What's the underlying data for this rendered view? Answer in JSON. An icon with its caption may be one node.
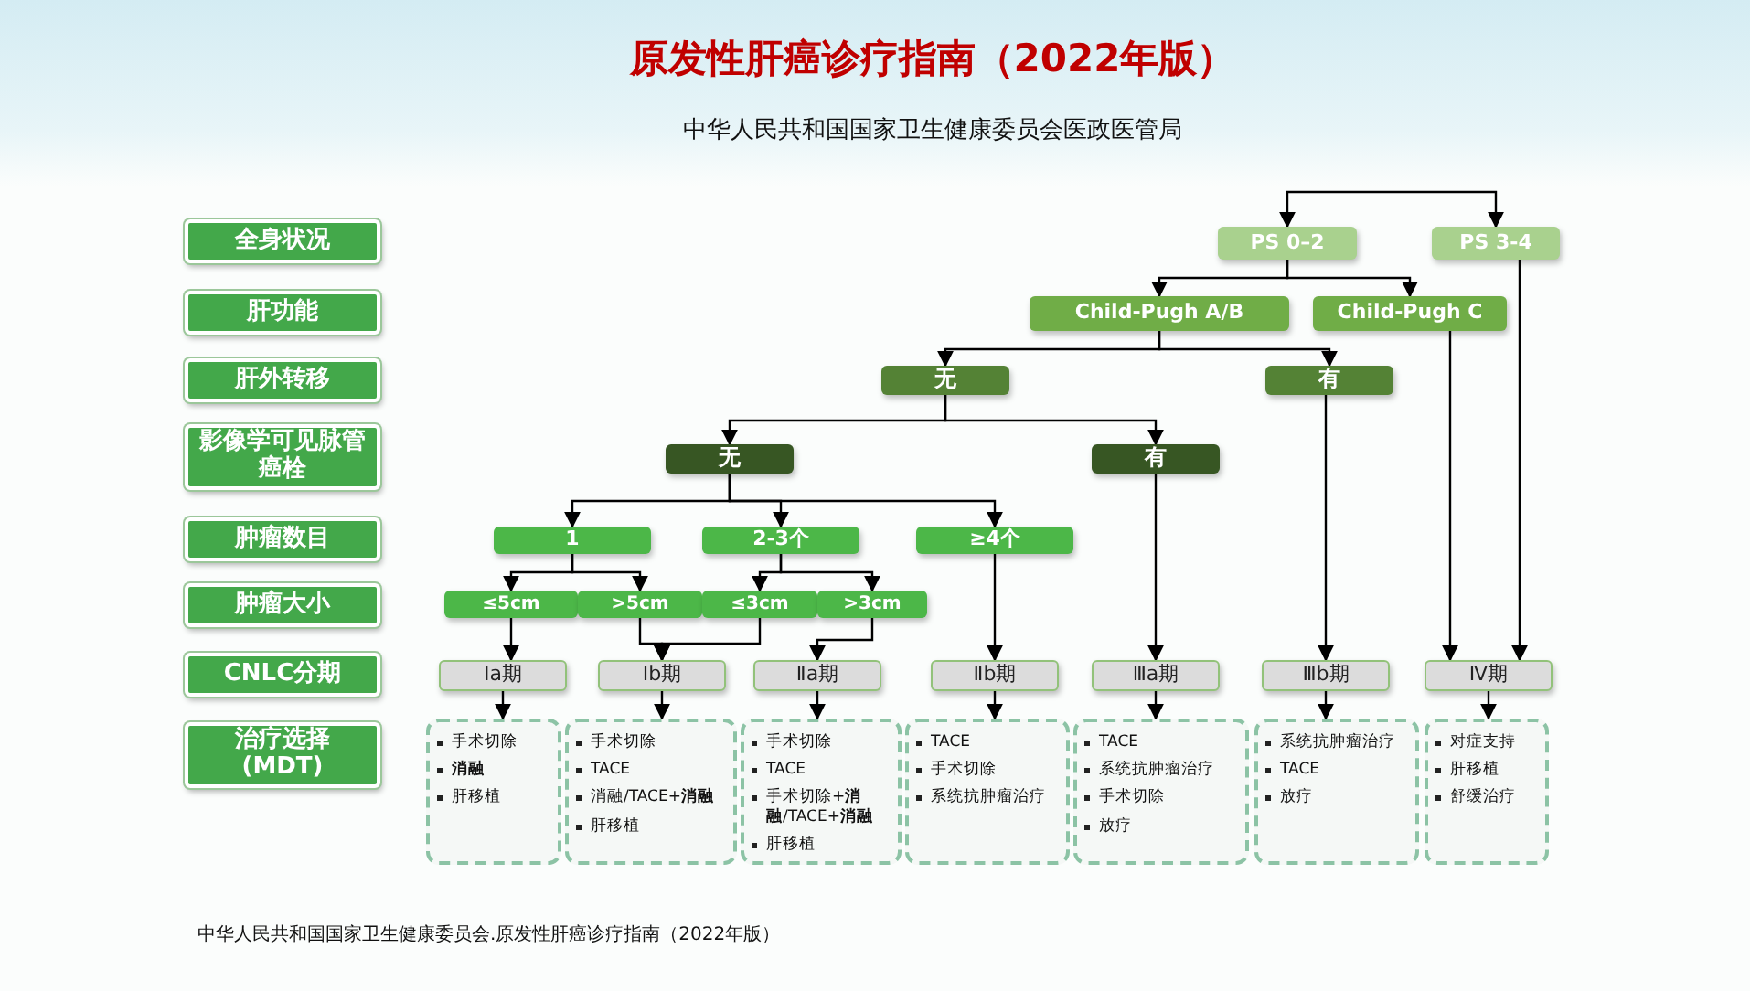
{
  "diagram": {
    "title": "原发性肝癌诊疗指南（2022年版）",
    "caption": "中华人民共和国国家卫生健康委员会.原发性肝癌诊疗指南（2022年版）",
    "nodes": [
      {
        "text": [
          "全身状况"
        ]
      },
      {
        "text": [
          "肝功能"
        ]
      },
      {
        "text": [
          "肝外转移"
        ]
      },
      {
        "text": [
          "影像学可见脉管癌栓"
        ]
      },
      {
        "text": [
          "肿瘤数目"
        ]
      },
      {
        "text": [
          "肿瘤大小"
        ]
      },
      {
        "text": [
          "CNLC分期"
        ]
      },
      {
        "text": [
          "治疗选择(MDT)"
        ]
      },
      {
        "text": [
          "PS 0–2"
        ]
      },
      {
        "text": [
          "PS 3-4"
        ]
      },
      {
        "text": [
          "Child-Pugh A/B"
        ]
      },
      {
        "text": [
          "Child-Pugh C"
        ]
      },
      {
        "text": [
          "无"
        ]
      },
      {
        "text": [
          "有"
        ]
      },
      {
        "text": [
          "无"
        ]
      },
      {
        "text": [
          "有"
        ]
      },
      {
        "text": [
          "1"
        ]
      },
      {
        "text": [
          "2-3个"
        ]
      },
      {
        "text": [
          "≥4个"
        ]
      },
      {
        "text": [
          "≤5cm"
        ]
      },
      {
        "text": [
          ">5cm"
        ]
      },
      {
        "text": [
          "≤3cm"
        ]
      },
      {
        "text": [
          ">3cm"
        ]
      },
      {
        "text": [
          "Ⅰa期"
        ]
      },
      {
        "text": [
          "Ⅰb期"
        ]
      },
      {
        "text": [
          "Ⅱa期"
        ]
      },
      {
        "text": [
          "Ⅱb期"
        ]
      },
      {
        "text": [
          "Ⅲa期"
        ]
      },
      {
        "text": [
          "Ⅲb期"
        ]
      },
      {
        "text": [
          "Ⅳ期"
        ]
      },
      {
        "text": [
          "手术切除",
          "**消融**",
          "肝移植"
        ]
      },
      {
        "text": [
          "手术切除",
          "TACE",
          "消融/TACE+**消融**",
          "肝移植"
        ]
      },
      {
        "text": [
          "手术切除",
          "TACE",
          "手术切除+**消融**/TACE+**消融**",
          "肝移植"
        ]
      },
      {
        "text": [
          "TACE",
          "手术切除",
          "系统抗肿瘤治疗"
        ]
      },
      {
        "text": [
          "TACE",
          "系统抗肿瘤治疗",
          "手术切除",
          "放疗"
        ]
      },
      {
        "text": [
          "系统抗肿瘤治疗",
          "TACE",
          "放疗"
        ]
      },
      {
        "text": [
          "对症支持",
          "肝移植",
          "舒缓治疗"
        ]
      }
    ],
    "edges": [
      {
        "from": null,
        "to": 8,
        "arrow": "to"
      },
      {
        "from": null,
        "to": 9,
        "arrow": "to"
      },
      {
        "from": 8,
        "to": 10,
        "arrow": "to"
      },
      {
        "from": 8,
        "to": 11,
        "arrow": "to"
      },
      {
        "from": 10,
        "to": 12,
        "arrow": "to"
      },
      {
        "from": 10,
        "to": 13,
        "arrow": "to"
      },
      {
        "from": 12,
        "to": 14,
        "arrow": "to"
      },
      {
        "from": 12,
        "to": 15,
        "arrow": "to"
      },
      {
        "from": 14,
        "to": 16,
        "arrow": "to"
      },
      {
        "from": 14,
        "to": 17,
        "arrow": "to"
      },
      {
        "from": 14,
        "to": 18,
        "arrow": "to"
      },
      {
        "from": 16,
        "to": 19,
        "arrow": "to"
      },
      {
        "from": 16,
        "to": 20,
        "arrow": "to"
      },
      {
        "from": 17,
        "to": 21,
        "arrow": "to"
      },
      {
        "from": 17,
        "to": 22,
        "arrow": "to"
      },
      {
        "from": 19,
        "to": 23,
        "arrow": "to"
      },
      {
        "from": 20,
        "to": 24,
        "arrow": "to"
      },
      {
        "from": 21,
        "to": 24,
        "arrow": "to"
      },
      {
        "from": 22,
        "to": 25,
        "arrow": "to"
      },
      {
        "from": 18,
        "to": 26,
        "arrow": "to"
      },
      {
        "from": 15,
        "to": 27,
        "arrow": "to"
      },
      {
        "from": 13,
        "to": 28,
        "arrow": "to"
      },
      {
        "from": 11,
        "to": 29,
        "arrow": "to"
      },
      {
        "from": 9,
        "to": 29,
        "arrow": "to"
      },
      {
        "from": 23,
        "to": 30,
        "arrow": "to"
      },
      {
        "from": 24,
        "to": 31,
        "arrow": "to"
      },
      {
        "from": 25,
        "to": 32,
        "arrow": "to"
      },
      {
        "from": 26,
        "to": 33,
        "arrow": "to"
      },
      {
        "from": 27,
        "to": 34,
        "arrow": "to"
      },
      {
        "from": 28,
        "to": 35,
        "arrow": "to"
      },
      {
        "from": 29,
        "to": 36,
        "arrow": "to"
      }
    ],
    "labels": [
      "中华人民共和国国家卫生健康委员会医政医管局"
    ]
  }
}
